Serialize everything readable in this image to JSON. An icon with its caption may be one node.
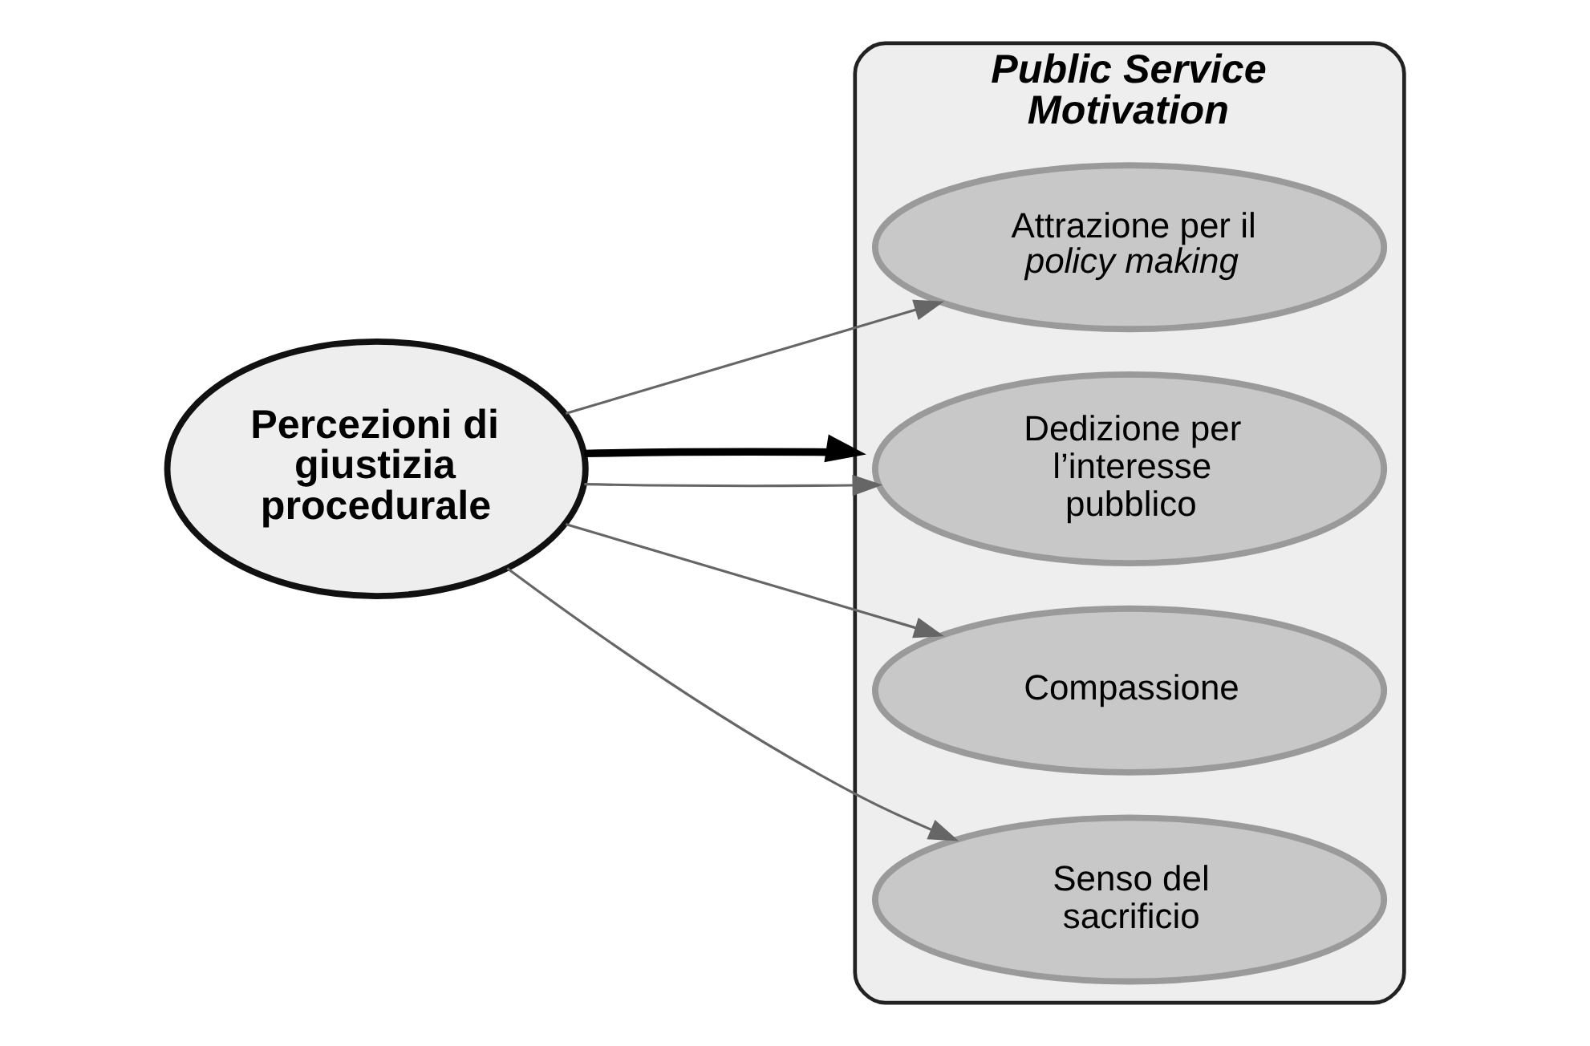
{
  "diagram": {
    "nodes": [
      {
        "text": [
          "Percezioni di giustizia procedurale"
        ]
      },
      {
        "text": [
          "Public Service Motivation"
        ]
      },
      {
        "text": [
          "Attrazione per il *policy making*"
        ],
        "in": 1
      },
      {
        "text": [
          "Dedizione per l’interesse pubblico"
        ],
        "in": 1
      },
      {
        "text": [
          "Compassione"
        ],
        "in": 1
      },
      {
        "text": [
          "Senso del sacrificio"
        ],
        "in": 1
      }
    ],
    "edges": [
      {
        "from": 0,
        "to": 2,
        "arrow": "to"
      },
      {
        "from": 0,
        "to": 3,
        "arrow": "to"
      },
      {
        "from": 0,
        "to": 1,
        "arrow": "to",
        "style": "thick",
        "color": "#000000"
      },
      {
        "from": 0,
        "to": 4,
        "arrow": "to"
      },
      {
        "from": 0,
        "to": 5,
        "arrow": "to"
      }
    ]
  }
}
